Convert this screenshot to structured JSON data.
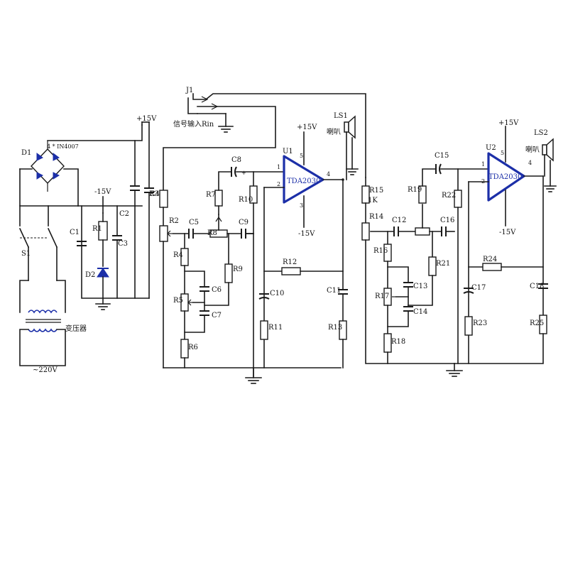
{
  "colors": {
    "ink": "#1a1a1a",
    "accent": "#1c2fa8",
    "background": "#ffffff"
  },
  "labels": {
    "d1": "D1",
    "bridge_type": "4 * IN4007",
    "s1": "S1",
    "transformer": "变压器",
    "mains": "~220V",
    "c1": "C1",
    "r1": "R1",
    "d2": "D2",
    "c3": "C3",
    "neg15_a": "-15V",
    "c2": "C2",
    "c4": "C4",
    "pos15_a": "+15V",
    "j1": "J1",
    "input": "信号输入Rin",
    "r2": "R2",
    "r3": "R3",
    "r4": "R4",
    "r5": "R5",
    "r6": "R6",
    "c5": "C5",
    "c6": "C6",
    "c7": "C7",
    "r7": "R7",
    "r8": "R8",
    "c8": "C8",
    "c9": "C9",
    "r9": "R9",
    "r10": "R10",
    "u1": "U1",
    "u1_part": "TDA2030",
    "u1_p1": "1",
    "u1_p2": "2",
    "u1_p3": "3",
    "u1_p4": "4",
    "u1_p5": "5",
    "u1_vp": "+15V",
    "u1_vn": "-15V",
    "r11": "R11",
    "r12": "R12",
    "r13": "R13",
    "c10": "C10",
    "c11": "C11",
    "ls1": "LS1",
    "spk1": "喇叭",
    "r14": "R14",
    "r15": "R15",
    "r15_val": "1K",
    "c12": "C12",
    "c13": "C13",
    "c14": "C14",
    "c15": "C15",
    "c16": "C16",
    "c17": "C17",
    "c18": "C18",
    "r16": "R16",
    "r17": "R17",
    "r18": "R18",
    "r19": "R19",
    "r21": "R21",
    "r22": "R22",
    "r23": "R23",
    "r24": "R24",
    "r25": "R25",
    "u2": "U2",
    "u2_part": "TDA2030",
    "u2_p1": "1",
    "u2_p2": "2",
    "u2_p4": "4",
    "u2_p5": "5",
    "u2_vp": "+15V",
    "u2_vn": "-15V",
    "ls2": "LS2",
    "spk2": "喇叭"
  }
}
